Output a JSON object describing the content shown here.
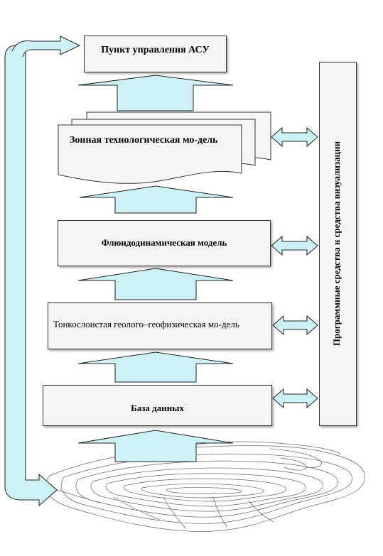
{
  "diagram": {
    "top_box": "Пункт управления АСУ",
    "zone_model": "Зонная технологическая мо-дель",
    "fluid_model": "Флюидодинамическая модель",
    "thin_layer_model": "Тонкослоистая геолого–геофизическая мо-дель",
    "database": "База данных",
    "visualization": "Программные средства и средства визуализации",
    "colors": {
      "arrow_fill": "#ccf2f5",
      "arrow_stroke": "#222222",
      "box_fill": "#f5f5f5",
      "box_border": "#333333"
    },
    "icons": [
      "up-arrow-icon",
      "double-arrow-icon",
      "loop-arrow-icon",
      "contour-map-icon"
    ]
  }
}
